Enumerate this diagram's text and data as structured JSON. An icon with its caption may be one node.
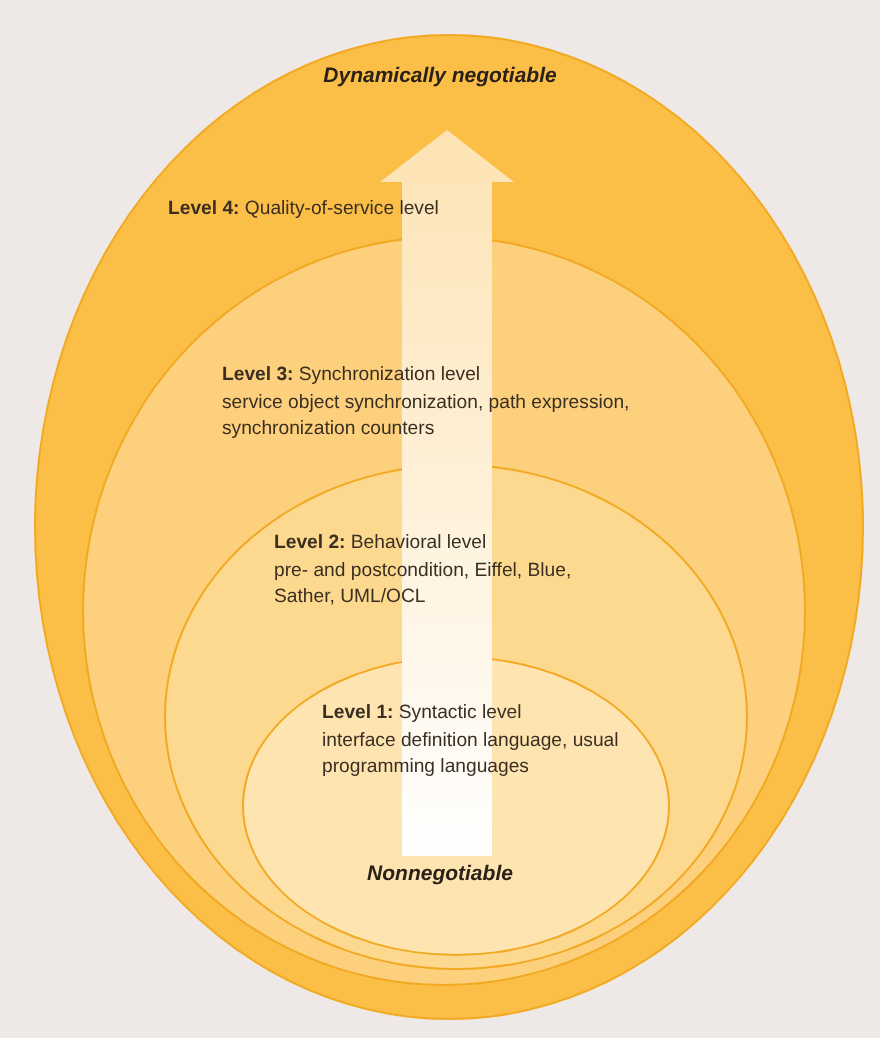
{
  "diagram": {
    "nodes": [
      {
        "text": [
          "**Level 4:** Quality-of-service level"
        ]
      },
      {
        "text": [
          "**Level 3:** Synchronization level",
          "service object synchronization, path expression, synchronization counters"
        ],
        "in": 0
      },
      {
        "text": [
          "**Level 2:** Behavioral level",
          "pre- and postcondition, Eiffel, Blue, Sather, UML/OCL"
        ],
        "in": 1
      },
      {
        "text": [
          "**Level 1:** Syntactic level",
          "interface definition language, usual programming languages"
        ],
        "in": 2
      }
    ],
    "labels": [
      "Dynamically negotiable",
      "Nonnegotiable"
    ]
  }
}
